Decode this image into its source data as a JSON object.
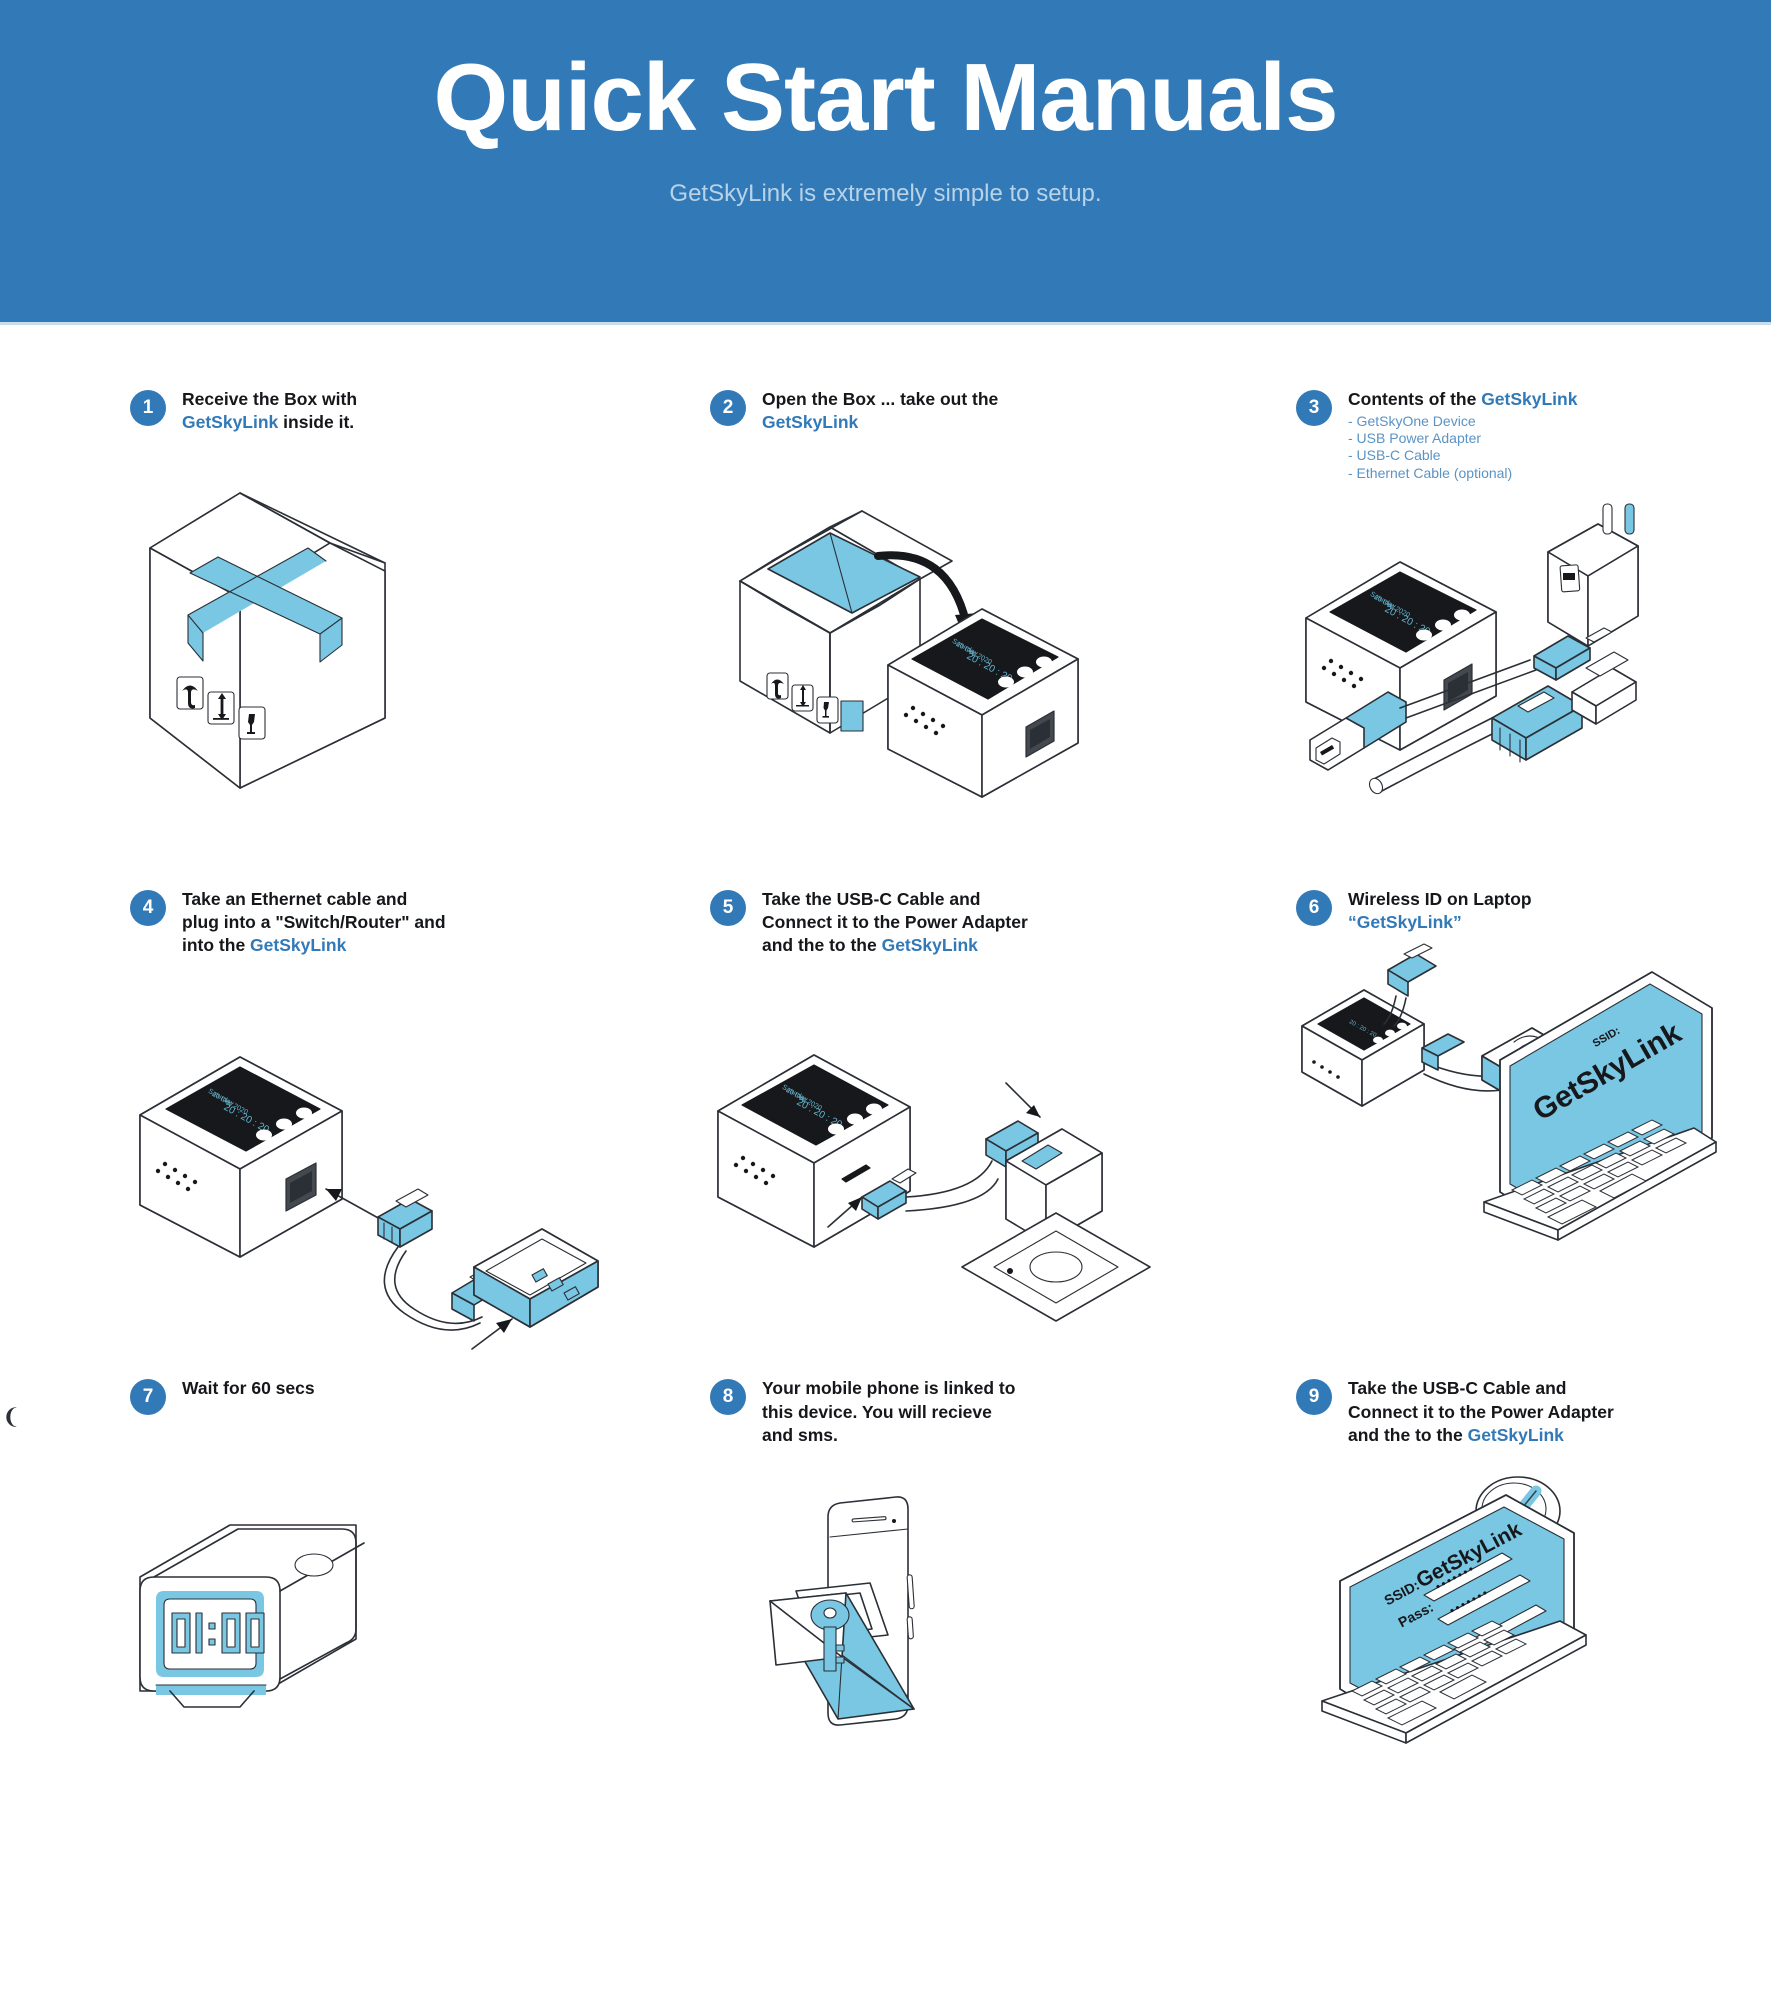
{
  "header": {
    "title": "Quick Start Manuals",
    "subtitle": "GetSkyLink is extremely simple to setup.",
    "bg_color": "#3279b7",
    "title_color": "#ffffff",
    "subtitle_color": "#b8d3e8"
  },
  "brand": {
    "name": "GetSkyLink",
    "accent_color": "#3279b7",
    "illustration_blue": "#79c7e3"
  },
  "steps": [
    {
      "number": "1",
      "line1": "Receive the Box with",
      "line2_brand": "GetSkyLink",
      "line2_rest": " inside it.",
      "art": "shipping-box-closed"
    },
    {
      "number": "2",
      "line1": "Open the Box ... take out the",
      "line2_brand": "GetSkyLink",
      "line2_rest": "",
      "art": "open-box-with-device"
    },
    {
      "number": "3",
      "line1": "Contents of the ",
      "line1_brand": "GetSkyLink",
      "bullets": [
        "- GetSkyOne Device",
        "- USB Power Adapter",
        "- USB-C Cable",
        "- Ethernet Cable (optional)"
      ],
      "art": "device-adapter-cables"
    },
    {
      "number": "4",
      "line1": "Take an Ethernet cable and",
      "line2": "plug into a \"Switch/Router\" and",
      "line3_prefix": "into the ",
      "line3_brand": "GetSkyLink",
      "art": "device-ethernet-router"
    },
    {
      "number": "5",
      "line1": "Take the USB-C Cable and",
      "line2": "Connect it to the Power Adapter",
      "line3_prefix": "and the to the ",
      "line3_brand": "GetSkyLink",
      "art": "device-usbc-adapter-socket"
    },
    {
      "number": "6",
      "line1": "Wireless ID on Laptop",
      "line2_brand": "“GetSkyLink”",
      "art": "laptop-ssid"
    },
    {
      "number": "7",
      "line1": "Wait for 60 secs",
      "art": "digital-clock"
    },
    {
      "number": "8",
      "line1": "Your mobile phone is linked to",
      "line2": "this device. You will recieve",
      "line3": "and sms.",
      "art": "phone-sms-key"
    },
    {
      "number": "9",
      "line1": "Take the USB-C Cable and",
      "line2": "Connect it to the Power Adapter",
      "line3_prefix": "and the to the ",
      "line3_brand": "GetSkyLink",
      "art": "laptop-login-check"
    }
  ],
  "device_screen": {
    "day": "Saturday",
    "date": "20 Dec 2020",
    "time": "20 : 20 : 20"
  },
  "clock": {
    "time": "01:00"
  },
  "laptop_ssid": {
    "label": "SSID:",
    "value": "GetSkyLink"
  },
  "laptop_login": {
    "title": "GetSkyLink",
    "ssid_label": "SSID:",
    "pass_label": "Pass:",
    "ssid_value": "•••••••",
    "pass_value": "•••••••",
    "status_icon": "check-badge-icon"
  },
  "box_symbols": [
    "keep-dry-umbrella-icon",
    "this-side-up-icon",
    "fragile-glass-icon"
  ]
}
